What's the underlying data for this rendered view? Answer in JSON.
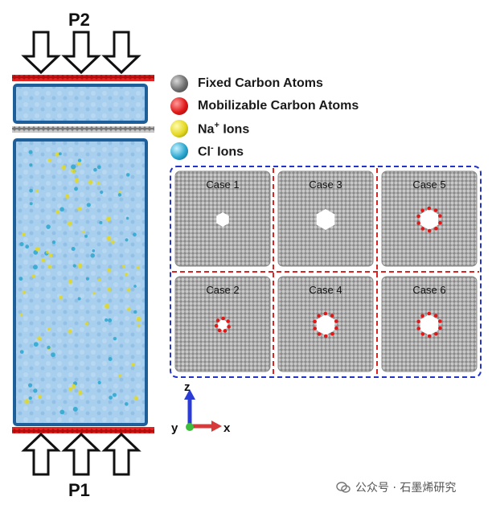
{
  "labels": {
    "top_pressure": "P2",
    "bottom_pressure": "P1"
  },
  "legend": [
    {
      "name": "fixed",
      "color": "#555555",
      "text": "Fixed Carbon Atoms",
      "sup": "",
      "suffix": ""
    },
    {
      "name": "mobilizable",
      "color": "#e01818",
      "text": "Mobilizable  Carbon Atoms",
      "sup": "",
      "suffix": ""
    },
    {
      "name": "na",
      "color": "#e3d820",
      "text": "Na",
      "sup": "+",
      "suffix": " Ions"
    },
    {
      "name": "cl",
      "color": "#2aa7cf",
      "text": "Cl",
      "sup": "-",
      "suffix": " Ions"
    }
  ],
  "cases": [
    {
      "label": "Case 1",
      "pore": "small-hexagonal",
      "edge": "none"
    },
    {
      "label": "Case 3",
      "pore": "large-hexagonal",
      "edge": "none"
    },
    {
      "label": "Case 5",
      "pore": "large",
      "edge": "mobilizable"
    },
    {
      "label": "Case 2",
      "pore": "small",
      "edge": "mobilizable"
    },
    {
      "label": "Case 4",
      "pore": "large",
      "edge": "mobilizable"
    },
    {
      "label": "Case 6",
      "pore": "large",
      "edge": "mobilizable"
    }
  ],
  "axes": {
    "z": "z",
    "y": "y",
    "x": "x"
  },
  "watermark": "公众号 · 石墨烯研究",
  "colors": {
    "water": "#9ec8ea",
    "border": "#1f5f99",
    "red": "#e01818",
    "grey": "#a8a8a8",
    "dashed_blue": "#2233cc",
    "dashed_red": "#dd2222"
  }
}
